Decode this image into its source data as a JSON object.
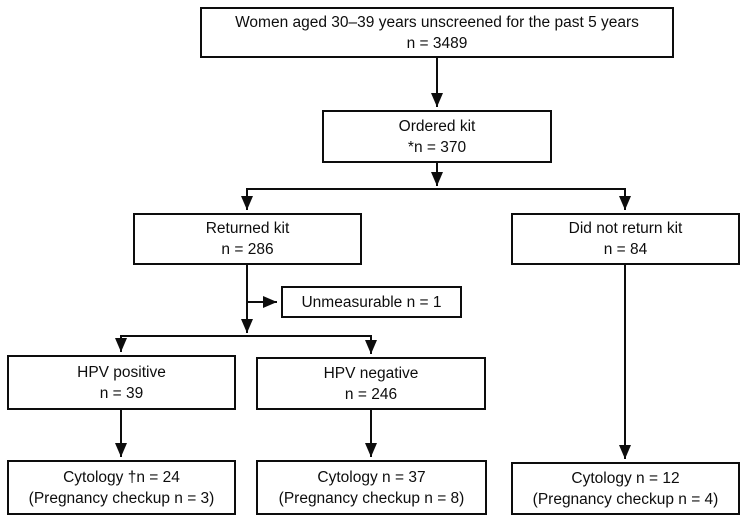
{
  "figure": {
    "type": "flowchart",
    "description": "Study flow of HPV self-sampling kit screening"
  },
  "boxes": {
    "population": {
      "line1": "Women aged 30–39 years unscreened for the past 5 years",
      "line2": "n = 3489"
    },
    "ordered_kit": {
      "line1": "Ordered kit",
      "line2": "*n = 370"
    },
    "returned_kit": {
      "line1": "Returned kit",
      "line2": "n = 286"
    },
    "did_not_return_kit": {
      "line1": "Did not return kit",
      "line2": "n = 84"
    },
    "unmeasurable": {
      "line1": "Unmeasurable n = 1"
    },
    "hpv_positive": {
      "line1": "HPV positive",
      "line2": "n = 39"
    },
    "hpv_negative": {
      "line1": "HPV negative",
      "line2": "n = 246"
    },
    "cytology_hpv_positive": {
      "line1": "Cytology †n = 24",
      "line2": "(Pregnancy checkup n = 3)"
    },
    "cytology_hpv_negative": {
      "line1": "Cytology n = 37",
      "line2": "(Pregnancy checkup n = 8)"
    },
    "cytology_no_return": {
      "line1": "Cytology n = 12",
      "line2": "(Pregnancy checkup n = 4)"
    }
  },
  "colors": {
    "box_border": "#0d0d0d",
    "text": "#0d0d0d",
    "line": "#0d0d0d",
    "background": "#ffffff"
  }
}
